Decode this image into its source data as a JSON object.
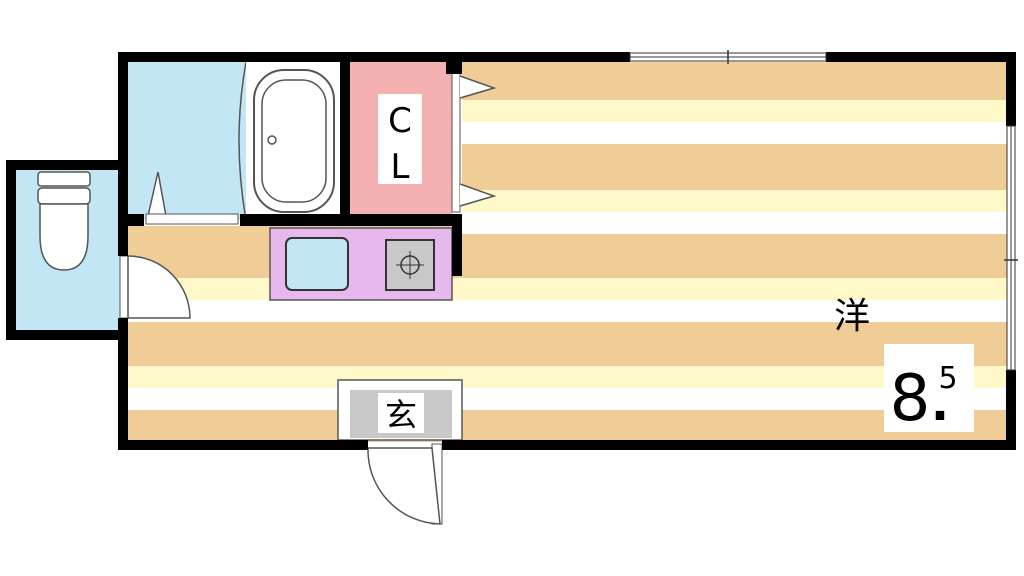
{
  "labels": {
    "closet_line1": "C",
    "closet_line2": "L",
    "room": "洋",
    "room_size_main": "8",
    "room_size_fraction": "5",
    "room_size_dot": ".",
    "entrance": "玄"
  },
  "colors": {
    "wall": "#000000",
    "floor_stripe_tan": "#f0cc96",
    "floor_stripe_cream": "#fff8c8",
    "floor_stripe_white": "#ffffff",
    "wet_area": "#c3e6f5",
    "closet": "#f5b0b2",
    "kitchen": "#e7b8ee",
    "sink": "#c3e6f5",
    "stove": "#c8c8c8",
    "entrance_tile": "#c8c8c8"
  },
  "icons": [
    "toilet-icon",
    "bathtub-icon",
    "sink-icon",
    "stove-burner-icon",
    "door-swing-icon"
  ]
}
